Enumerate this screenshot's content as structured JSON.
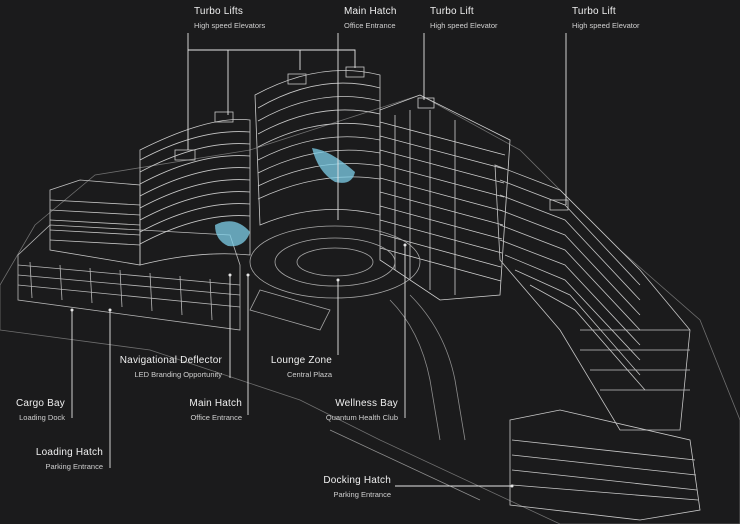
{
  "labels": {
    "turbo_lifts": {
      "title": "Turbo Lifts",
      "subtitle": "High speed Elevators"
    },
    "main_hatch_top": {
      "title": "Main Hatch",
      "subtitle": "Office Entrance"
    },
    "turbo_lift_1": {
      "title": "Turbo Lift",
      "subtitle": "High speed Elevator"
    },
    "turbo_lift_2": {
      "title": "Turbo Lift",
      "subtitle": "High speed Elevator"
    },
    "nav_deflector": {
      "title": "Navigational Deflector",
      "subtitle": "LED Branding Opportunity"
    },
    "lounge_zone": {
      "title": "Lounge Zone",
      "subtitle": "Central Plaza"
    },
    "cargo_bay": {
      "title": "Cargo Bay",
      "subtitle": "Loading Dock"
    },
    "main_hatch_bottom": {
      "title": "Main Hatch",
      "subtitle": "Office Entrance"
    },
    "wellness_bay": {
      "title": "Wellness Bay",
      "subtitle": "Quantum Health Club"
    },
    "loading_hatch": {
      "title": "Loading Hatch",
      "subtitle": "Parking Entrance"
    },
    "docking_hatch": {
      "title": "Docking Hatch",
      "subtitle": "Parking Entrance"
    }
  },
  "colors": {
    "background": "#1b1b1c",
    "wireframe": "#bfbfbf",
    "accent_glass": "#7fd0ea"
  }
}
